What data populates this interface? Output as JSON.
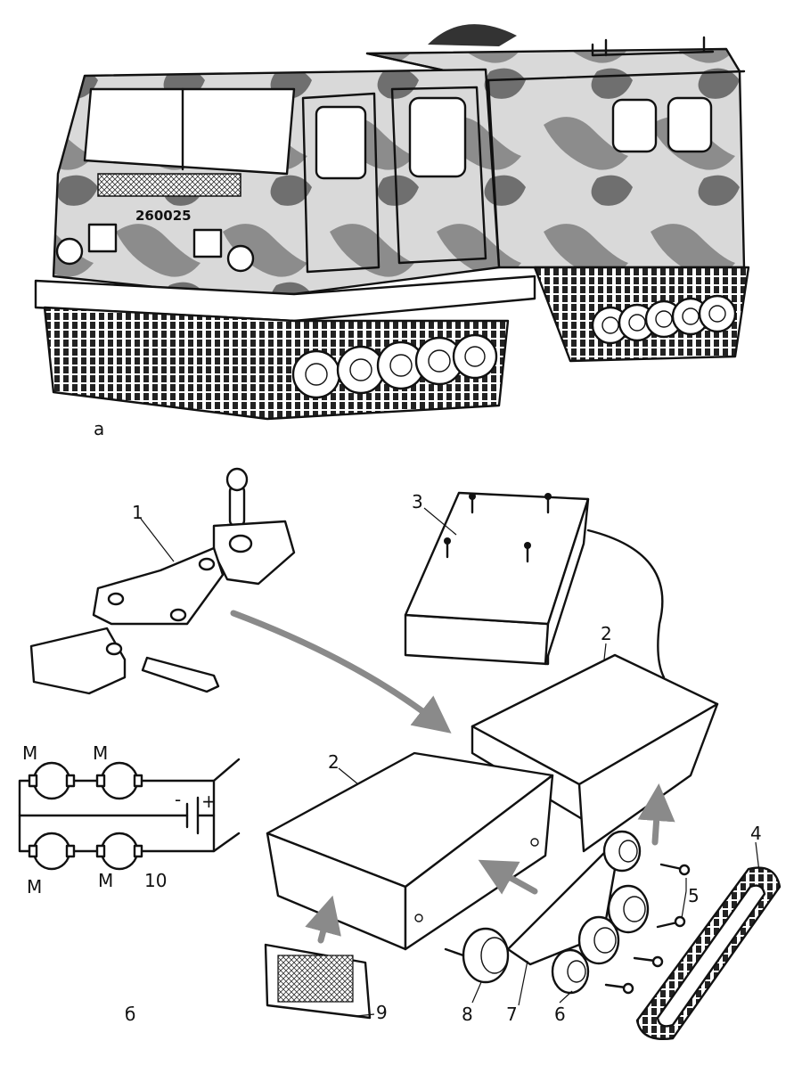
{
  "figure": {
    "panel_a_label": "а",
    "panel_b_label": "б",
    "vehicle_number": "260025",
    "part_labels": {
      "p1": "1",
      "p2_top": "2",
      "p2_main": "2",
      "p3": "3",
      "p4": "4",
      "p5": "5",
      "p6": "6",
      "p7": "7",
      "p8": "8",
      "p9": "9",
      "p10": "10"
    },
    "circuit": {
      "motor_1": "M",
      "motor_2": "M",
      "motor_3": "M",
      "motor_4": "M",
      "battery_minus": "-",
      "battery_plus": "+"
    }
  }
}
